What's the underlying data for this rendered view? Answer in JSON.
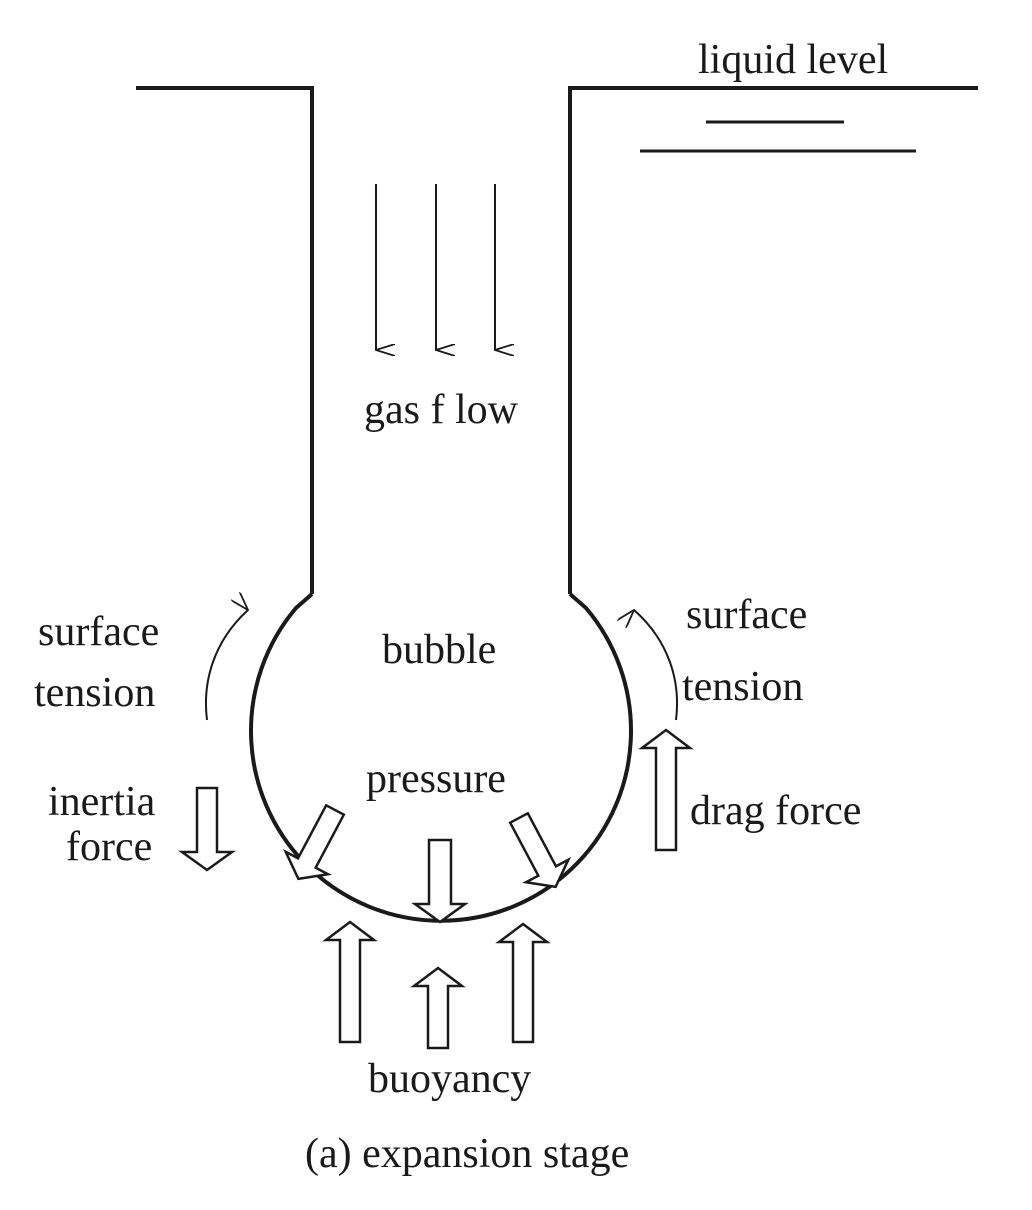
{
  "labels": {
    "liquid_level": "liquid level",
    "gas_flow": "gas f low",
    "bubble": "bubble",
    "pressure": "pressure",
    "surface_tension_left": [
      "surface",
      "tension"
    ],
    "surface_tension_right": [
      "surface",
      "tension"
    ],
    "inertia_force": [
      "inertia",
      "force"
    ],
    "drag_force": "drag force",
    "buoyancy": "buoyancy",
    "caption": "(a) expansion stage"
  },
  "colors": {
    "stroke": "#1a1a1a",
    "background": "#ffffff"
  }
}
